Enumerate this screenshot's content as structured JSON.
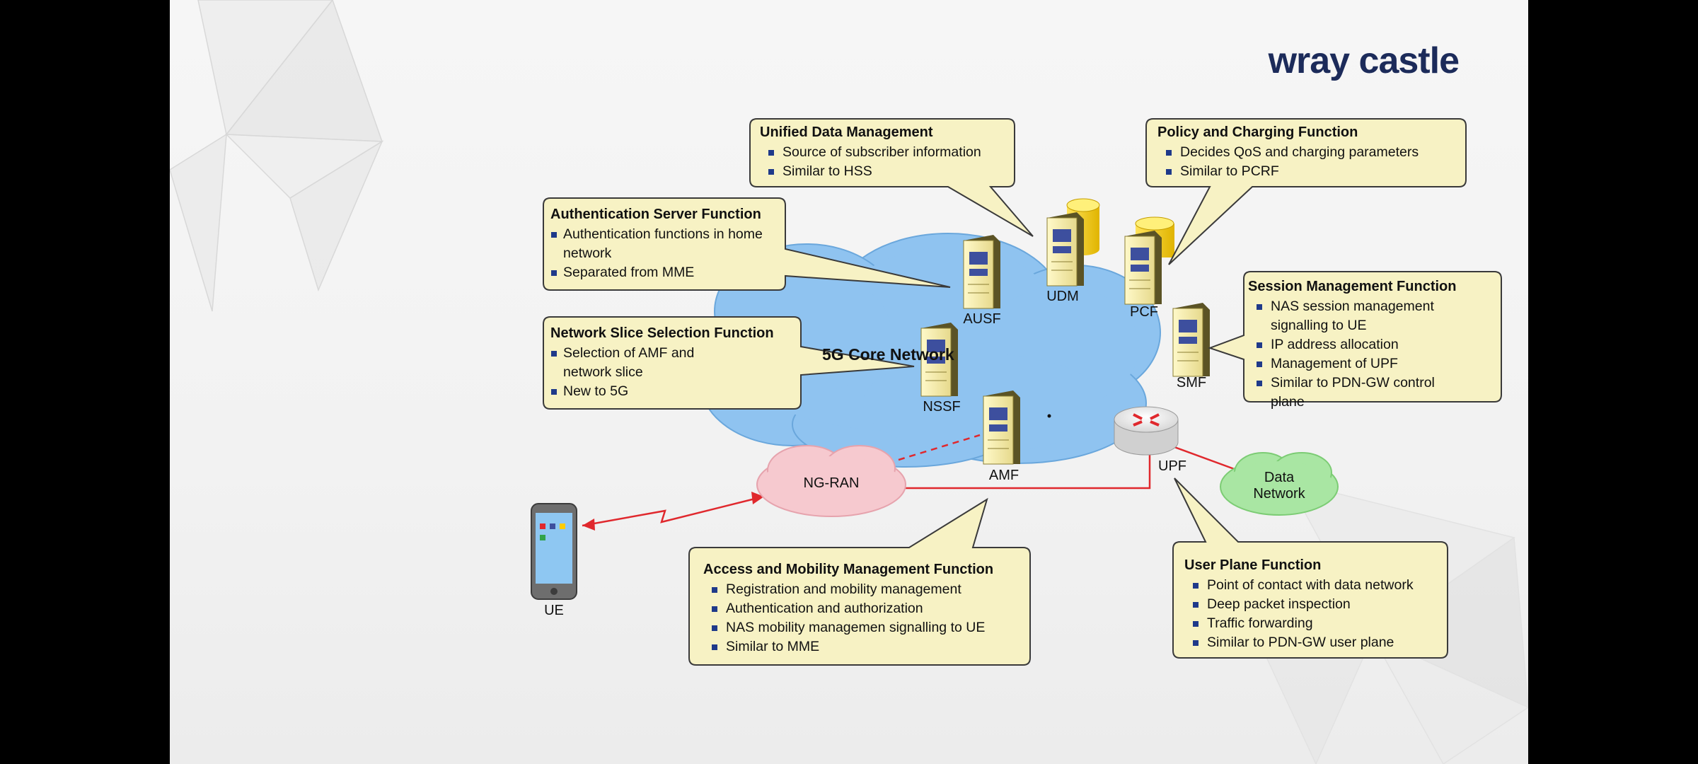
{
  "brand": {
    "logo_text": "wray castle"
  },
  "diagram": {
    "core_label": "5G Core Network",
    "nodes": {
      "ausf": "AUSF",
      "udm": "UDM",
      "pcf": "PCF",
      "smf": "SMF",
      "nssf": "NSSF",
      "amf": "AMF",
      "upf": "UPF",
      "ng_ran": "NG-RAN",
      "data_network": [
        "Data",
        "Network"
      ],
      "ue": "UE"
    },
    "callouts": {
      "udm": {
        "title": "Unified Data Management",
        "items": [
          "Source of subscriber information",
          "Similar to HSS"
        ]
      },
      "pcf": {
        "title": "Policy and Charging Function",
        "items": [
          "Decides QoS and charging parameters",
          "Similar to PCRF"
        ]
      },
      "ausf": {
        "title": "Authentication Server Function",
        "items": [
          "Authentication functions in home network",
          "Separated from MME"
        ]
      },
      "nssf": {
        "title": "Network Slice Selection Function",
        "items": [
          "Selection of AMF and network slice",
          "New to 5G"
        ]
      },
      "smf": {
        "title": "Session Management Function",
        "items": [
          "NAS session management signalling to UE",
          "IP address allocation",
          "Management of UPF",
          "Similar to PDN-GW control plane"
        ]
      },
      "amf": {
        "title": "Access and Mobility Management Function",
        "items": [
          "Registration and mobility management",
          "Authentication and authorization",
          "NAS mobility managemen signalling to UE",
          "Similar to MME"
        ]
      },
      "upf": {
        "title": "User Plane Function",
        "items": [
          "Point of contact with data network",
          "Deep packet inspection",
          "Traffic forwarding",
          "Similar to PDN-GW user plane"
        ]
      }
    },
    "colors": {
      "callout_fill": "#f7f2c4",
      "core_cloud": "#8fc3f0",
      "ran_cloud": "#f6c9cf",
      "data_cloud": "#a9e6a3",
      "link": "#e0282d",
      "bullet": "#1f3a8a"
    }
  }
}
